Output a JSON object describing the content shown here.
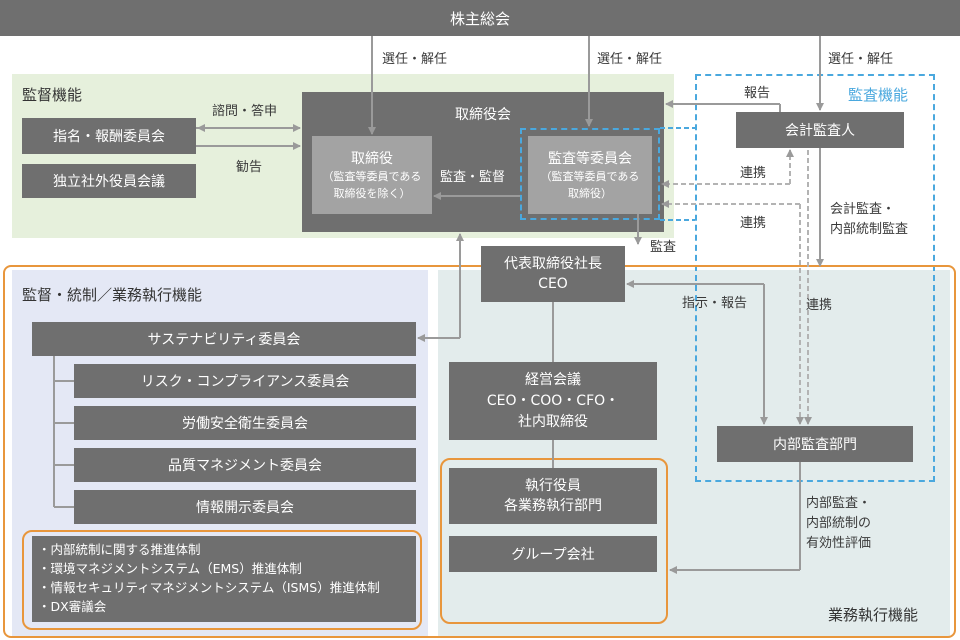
{
  "header": "株主総会",
  "labels": {
    "elect_1": "選任・解任",
    "elect_2": "選任・解任",
    "elect_3": "選任・解任",
    "consult": "諮問・答申",
    "recommend": "勧告",
    "report": "報告",
    "audit_supervise": "監査・監督",
    "audit": "監査",
    "coop_1": "連携",
    "coop_2": "連携",
    "coop_3": "連携",
    "acct_audit": "会計監査・\n内部統制監査",
    "instruct_report": "指示・報告",
    "internal_eval": "内部監査・\n内部統制の\n有効性評価"
  },
  "sections": {
    "supervision": "監督機能",
    "audit": "監査機能",
    "supervision_execution": "監督・統制／業務執行機能",
    "execution": "業務執行機能"
  },
  "boxes": {
    "nomination": "指名・報酬委員会",
    "outside_directors": "独立社外役員会議",
    "board": "取締役会",
    "directors": "取締役",
    "directors_note": "（監査等委員である\n取締役を除く）",
    "audit_committee": "監査等委員会",
    "audit_committee_note": "（監査等委員である\n取締役）",
    "accounting_auditor": "会計監査人",
    "ceo": "代表取締役社長\nCEO",
    "management_meeting": "経営会議\nCEO・COO・CFO・\n社内取締役",
    "executive_officers": "執行役員\n各業務執行部門",
    "group_companies": "グループ会社",
    "internal_audit": "内部監査部門",
    "sustainability": "サステナビリティ委員会",
    "sub_committees": [
      "リスク・コンプライアンス委員会",
      "労働安全衛生委員会",
      "品質マネジメント委員会",
      "情報開示委員会"
    ]
  },
  "bullets": [
    "・内部統制に関する推進体制",
    "・環境マネジメントシステム（EMS）推進体制",
    "・情報セキュリティマネジメントシステム（ISMS）推進体制",
    "・DX審議会"
  ],
  "colors": {
    "dark_box": "#6f6f6f",
    "light_box": "#a3a3a3",
    "supervision_bg": "#e6f0dc",
    "left_bg": "#e4e8f5",
    "execution_bg": "#e3ecec",
    "orange": "#e8963c",
    "blue_dashed": "#4aa8de"
  }
}
